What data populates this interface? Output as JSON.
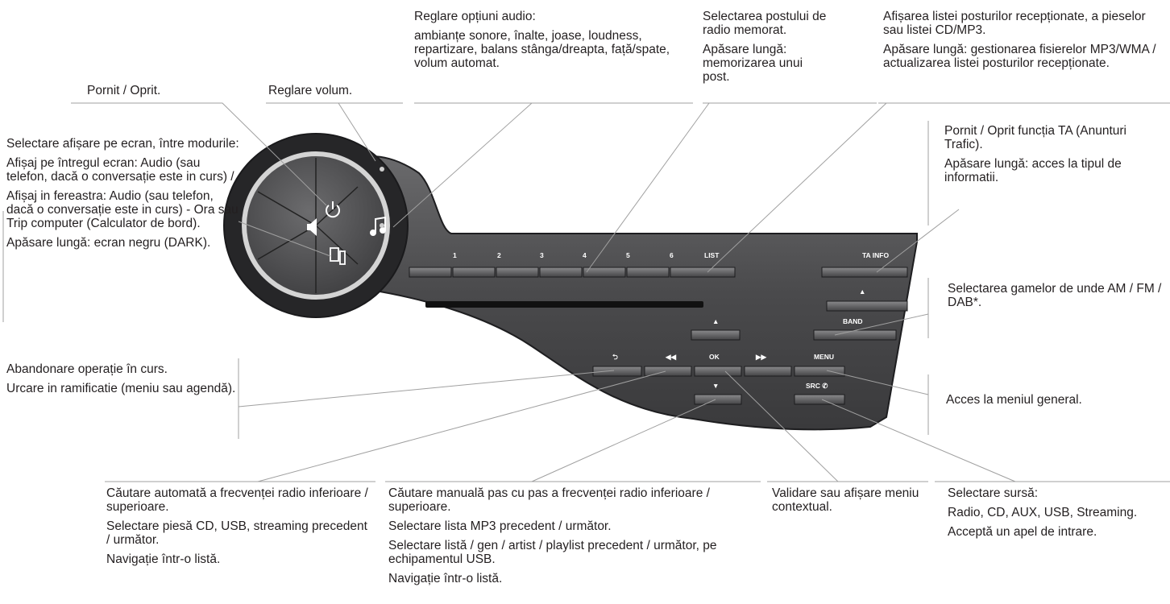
{
  "callouts": {
    "power": [
      "Pornit / Oprit."
    ],
    "volume": [
      "Reglare volum."
    ],
    "audio": [
      "Reglare opțiuni audio:",
      "ambianțe sonore, înalte, joase, loudness, repartizare, balans stânga/dreapta, față/spate, volum automat."
    ],
    "presets": [
      "Selectarea postului de radio memorat.",
      "Apăsare lungă: memorizarea unui post."
    ],
    "list": [
      "Afișarea listei posturilor recepționate, a pieselor sau listei CD/MP3.",
      "Apăsare lungă: gestionarea fisierelor MP3/WMA / actualizarea listei posturilor recepționate."
    ],
    "display": [
      "Selectare afișare pe ecran, între modurile:",
      "Afișaj pe întregul ecran: Audio (sau telefon, dacă o conversație este in curs) /",
      "Afișaj in fereastra: Audio (sau telefon, dacă o conversație este in curs) - Ora sau Trip computer (Calculator de bord).",
      "Apăsare lungă: ecran negru (DARK)."
    ],
    "ta": [
      "Pornit / Oprit funcția TA (Anunturi Trafic).",
      "Apăsare lungă: acces la tipul de informatii."
    ],
    "band": [
      "Selectarea gamelor de unde AM / FM / DAB*."
    ],
    "back": [
      "Abandonare operație în curs.",
      "Urcare in ramificatie (meniu sau agendă)."
    ],
    "menu": [
      "Acces la meniul general."
    ],
    "seek": [
      "Căutare automată a frecvenței radio inferioare / superioare.",
      "Selectare piesă CD, USB, streaming precedent / următor.",
      "Navigație într-o listă."
    ],
    "manual": [
      "Căutare manuală pas cu pas a frecvenței radio inferioare / superioare.",
      "Selectare lista MP3 precedent / următor.",
      "Selectare listă / gen / artist / playlist precedent / următor, pe echipamentul USB.",
      "Navigație într-o listă."
    ],
    "ok": [
      "Validare sau afișare meniu contextual."
    ],
    "source": [
      "Selectare sursă:",
      "Radio, CD, AUX, USB, Streaming.",
      "Acceptă un apel de intrare."
    ]
  },
  "panel": {
    "presets": [
      "1",
      "2",
      "3",
      "4",
      "5",
      "6"
    ],
    "list_label": "LIST",
    "ta_label": "TA INFO",
    "eject_label": "▲",
    "band_label": "BAND",
    "up_label": "▲",
    "down_label": "▼",
    "back_label": "⮌",
    "prev_label": "◀◀",
    "ok_label": "OK",
    "next_label": "▶▶",
    "menu_label": "MENU",
    "src_label": "SRC ✆"
  },
  "colors": {
    "panel_dark": "#2a2a2c",
    "panel_mid": "#555557",
    "knob_ring": "#cfcfcf",
    "leader": "#9a9a9a"
  }
}
